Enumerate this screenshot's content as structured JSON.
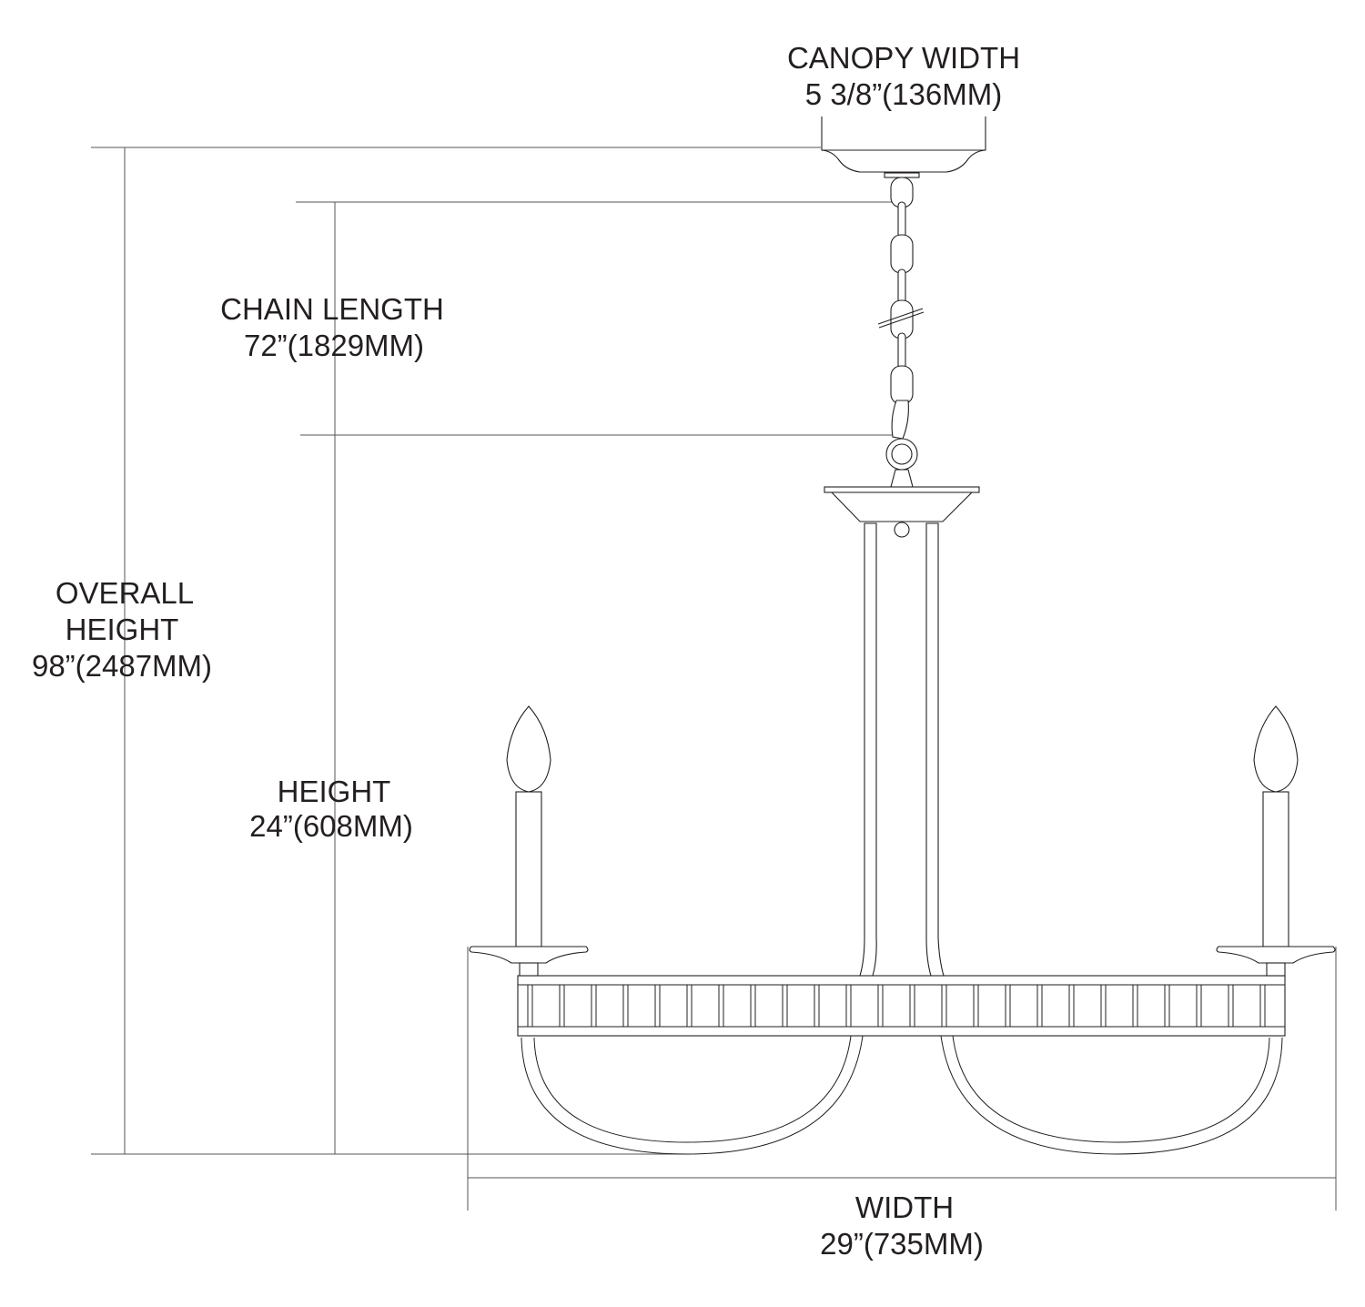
{
  "labels": {
    "canopy": {
      "title": "CANOPY WIDTH",
      "value": "5 3/8”(136MM)"
    },
    "chain": {
      "title": "CHAIN LENGTH",
      "value": "72”(1829MM)"
    },
    "overall": {
      "title1": "OVERALL",
      "title2": "HEIGHT",
      "value": "98”(2487MM)"
    },
    "height": {
      "title": "HEIGHT",
      "value": "24”(608MM)"
    },
    "width": {
      "title": "WIDTH",
      "value": "29”(735MM)"
    }
  },
  "colors": {
    "line": "#231f20",
    "background": "#ffffff"
  }
}
